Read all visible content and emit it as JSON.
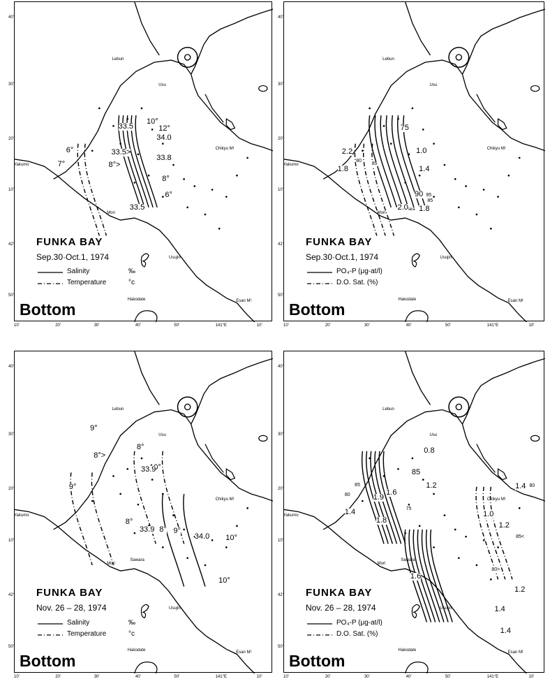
{
  "bottom_label": "Bottom",
  "place_names": {
    "lebun": "Lebun",
    "usu": "Usu",
    "chikyu": "Chikyu M!",
    "yakumo": "Yakumo",
    "mori": "Mori",
    "sawara": "Sawara",
    "usujiri": "Usujiri",
    "hakodate": "Hakodate",
    "esan": "Esan M!"
  },
  "lat_ticks": [
    "40'",
    "30'",
    "20'",
    "10'",
    "42°\nN",
    "50'"
  ],
  "lon_ticks": [
    "10'",
    "20'",
    "30'",
    "40'",
    "50'",
    "141°E",
    "10'"
  ],
  "panels": [
    {
      "title": "FUNKA  BAY",
      "date": "Sep.30·Oct.1, 1974",
      "legend": [
        {
          "label": "Salinity",
          "unit": "‰"
        },
        {
          "label": "Temperature",
          "unit": "°c"
        }
      ],
      "contour_labels": [
        "33.5",
        "10°",
        "12°",
        "34.0",
        "6°",
        "33.5>",
        "7°",
        "8°>",
        "33.8",
        "8°",
        "6°",
        "33.5"
      ]
    },
    {
      "title": "FUNKA  BAY",
      "date": "Sep.30·Oct.1, 1974",
      "legend": [
        {
          "label": "PO₄-P  (μg-at/l)",
          "unit": ""
        },
        {
          "label": "D.O. Sat. (%)",
          "unit": ""
        }
      ],
      "contour_labels": [
        "2.2",
        "75",
        "1.0",
        "1.8",
        "80",
        "85",
        "1.4",
        "90",
        "95",
        "85",
        "2.0",
        "1.8"
      ]
    },
    {
      "title": "FUNKA  BAY",
      "date": "Nov. 26 – 28, 1974",
      "legend": [
        {
          "label": "Salinity",
          "unit": "‰"
        },
        {
          "label": "Temperature",
          "unit": "°c"
        }
      ],
      "contour_labels": [
        "9°",
        "10°",
        "9°",
        "8°",
        "8°>",
        "33.9",
        "8°",
        "33.9",
        "9°",
        "34.0",
        "10°",
        "8°",
        "10°"
      ]
    },
    {
      "title": "FUNKA  BAY",
      "date": "Nov. 26 – 28, 1974",
      "legend": [
        {
          "label": "PO₄-P  (μg-at/l)",
          "unit": ""
        },
        {
          "label": "D.O. Sat. (%)",
          "unit": ""
        }
      ],
      "contour_labels": [
        "0.8",
        "85",
        "1.2",
        "80",
        "85",
        "1.9",
        "1.6",
        "1.4",
        "1.8",
        "75",
        "1.0",
        "1.4",
        "80",
        "1.2",
        "85<",
        "1.6",
        "80>",
        "1.2",
        "1.4",
        "1.4"
      ]
    }
  ]
}
